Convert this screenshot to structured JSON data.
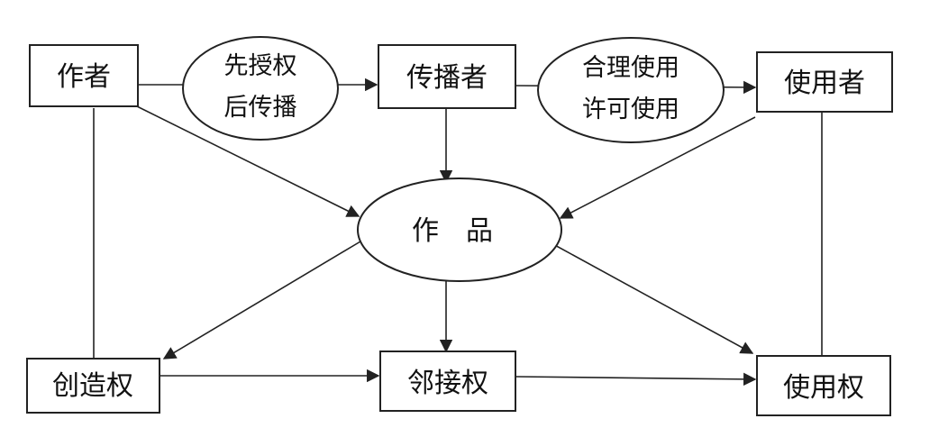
{
  "nodes": {
    "author": "作者",
    "disseminator": "传播者",
    "user": "使用者",
    "work": "作　品",
    "creation_right": "创造权",
    "neighboring_right": "邻接权",
    "usage_right": "使用权"
  },
  "annotations": {
    "authorize_line1": "先授权",
    "authorize_line2": "后传播",
    "use_line1": "合理使用",
    "use_line2": "许可使用"
  }
}
